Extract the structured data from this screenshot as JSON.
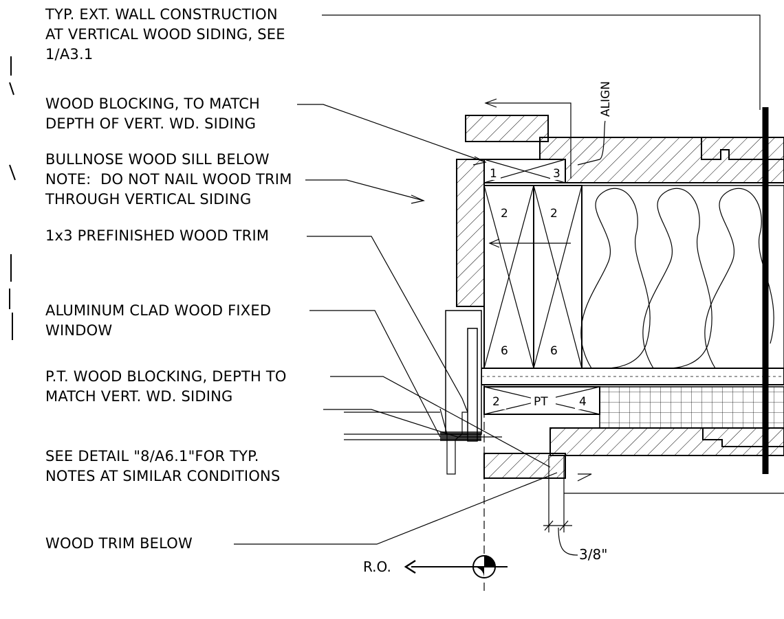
{
  "notes": {
    "wall": "TYP. EXT. WALL CONSTRUCTION\nAT VERTICAL WOOD SIDING, SEE\n1/A3.1",
    "blocking": "WOOD BLOCKING, TO MATCH\nDEPTH OF VERT. WD. SIDING",
    "sill": "BULLNOSE WOOD SILL BELOW\nNOTE:  DO NOT NAIL WOOD TRIM\nTHROUGH VERTICAL SIDING",
    "trim": "1x3 PREFINISHED WOOD TRIM",
    "window": "ALUMINUM CLAD WOOD FIXED\nWINDOW",
    "pt": "P.T. WOOD BLOCKING, DEPTH TO\nMATCH VERT. WD. SIDING",
    "detail": "SEE DETAIL \"8/A6.1\"FOR TYP.\nNOTES AT SIMILAR CONDITIONS",
    "trim_below": "WOOD TRIM BELOW"
  },
  "labels": {
    "align": "ALIGN",
    "ro": "R.O.",
    "dimension": "3/8\"",
    "member_1": "1",
    "member_3": "3",
    "stud_2a": "2",
    "stud_2b": "2",
    "stud_6a": "6",
    "stud_6b": "6",
    "pt_2": "2",
    "pt_label": "PT",
    "pt_4": "4"
  }
}
